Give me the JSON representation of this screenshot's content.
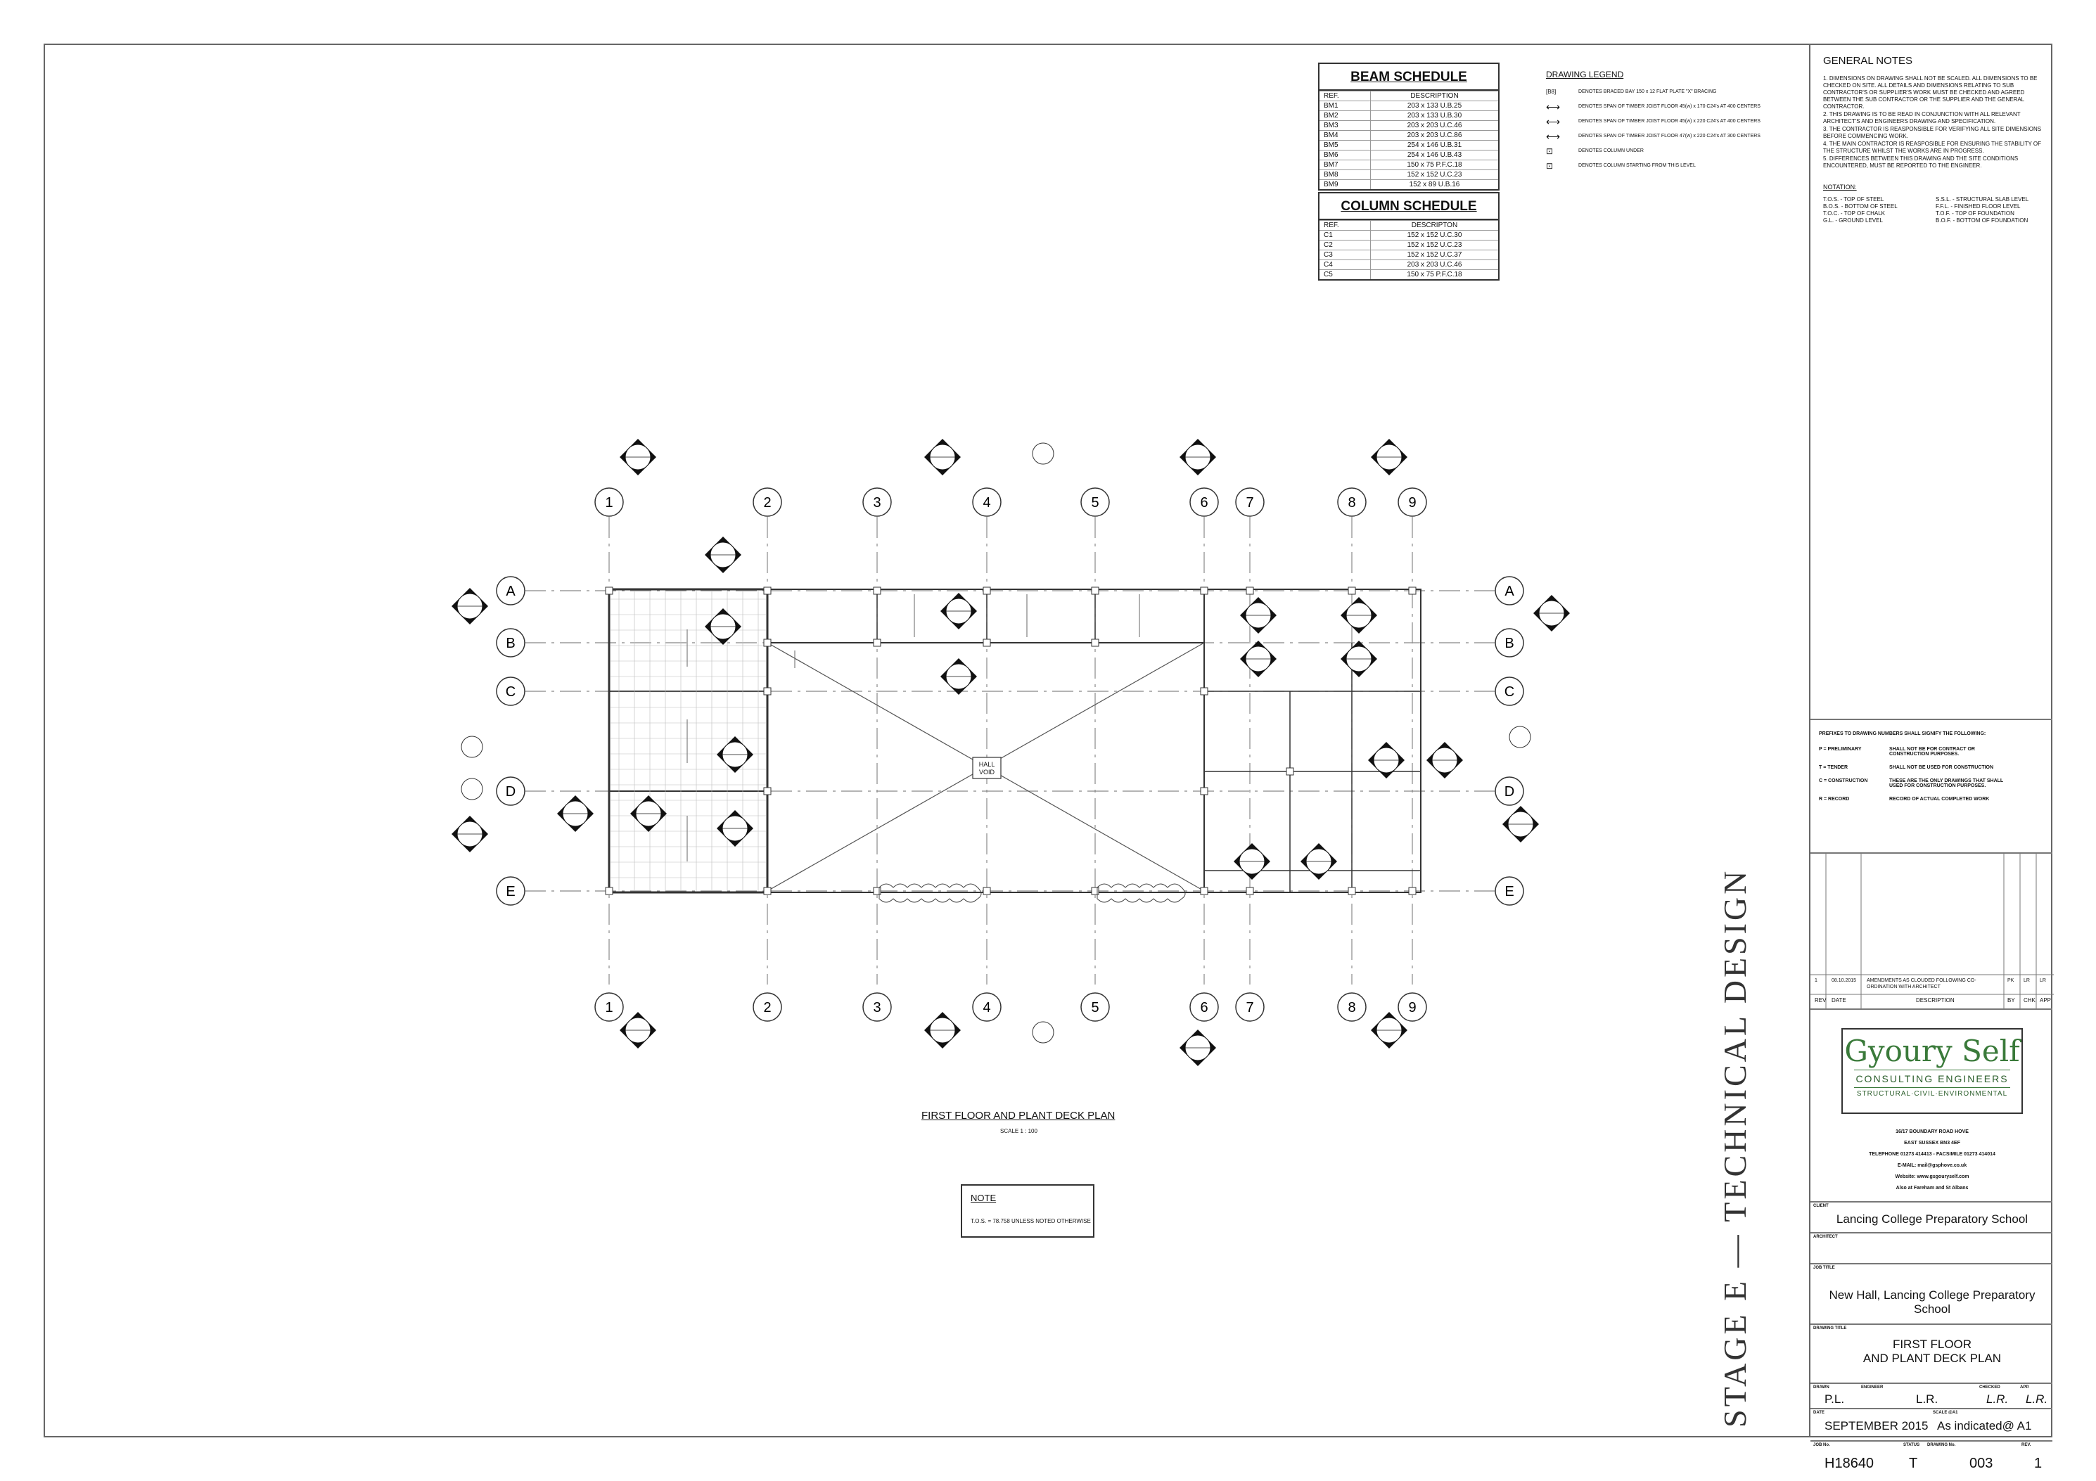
{
  "beam_schedule": {
    "title": "BEAM SCHEDULE",
    "col_ref": "REF.",
    "col_desc": "DESCRIPTION",
    "rows": [
      [
        "BM1",
        "203 x 133 U.B.25"
      ],
      [
        "BM2",
        "203 x 133 U.B.30"
      ],
      [
        "BM3",
        "203 x 203 U.C.46"
      ],
      [
        "BM4",
        "203 x 203 U.C.86"
      ],
      [
        "BM5",
        "254 x 146 U.B.31"
      ],
      [
        "BM6",
        "254 x 146 U.B.43"
      ],
      [
        "BM7",
        "150 x 75 P.F.C.18"
      ],
      [
        "BM8",
        "152 x 152 U.C.23"
      ],
      [
        "BM9",
        "152 x 89 U.B.16"
      ]
    ]
  },
  "column_schedule": {
    "title": "COLUMN SCHEDULE",
    "col_ref": "REF.",
    "col_desc": "DESCRIPTON",
    "rows": [
      [
        "C1",
        "152 x 152 U.C.30"
      ],
      [
        "C2",
        "152 x 152 U.C.23"
      ],
      [
        "C3",
        "152 x 152 U.C.37"
      ],
      [
        "C4",
        "203 x 203 U.C.46"
      ],
      [
        "C5",
        "150 x 75 P.F.C.18"
      ]
    ]
  },
  "legend": {
    "title": "DRAWING LEGEND",
    "items": [
      "DENOTES BRACED BAY 150 x 12 FLAT PLATE \"X\" BRACING",
      "DENOTES SPAN OF TIMBER JOIST FLOOR 45(w) x 170 C24's AT 400 CENTERS",
      "DENOTES SPAN OF TIMBER JOIST FLOOR 45(w) x 220 C24's AT 400 CENTERS",
      "DENOTES SPAN OF TIMBER JOIST FLOOR 47(w) x 220 C24's AT 300 CENTERS",
      "DENOTES COLUMN UNDER",
      "DENOTES COLUMN STARTING FROM THIS LEVEL"
    ],
    "braced_tag": "[B8]"
  },
  "general_notes": {
    "title": "GENERAL NOTES",
    "notes": [
      "1.  DIMENSIONS ON DRAWING SHALL NOT BE SCALED. ALL DIMENSIONS TO BE CHECKED ON SITE. ALL DETAILS AND DIMENSIONS RELATING TO SUB CONTRACTOR'S OR SUPPLIER'S WORK MUST BE CHECKED AND AGREED BETWEEN THE SUB CONTRACTOR OR THE SUPPLIER AND THE GENERAL CONTRACTOR.",
      "2.  THIS DRAWING IS TO BE READ IN CONJUNCTION WITH ALL RELEVANT ARCHITECT'S AND ENGINEERS DRAWING AND SPECIFICATION.",
      "3.  THE CONTRACTOR IS REASPONSIBLE FOR VERIFYING ALL SITE DIMENSIONS BEFORE COMMENCING WORK.",
      "4.  THE MAIN CONTRACTOR IS REASPOSIBLE FOR ENSURING THE STABILITY OF THE STRUCTURE WHILST THE WORKS ARE IN PROGRESS.",
      "5.  DIFFERENCES BETWEEN THIS DRAWING AND THE SITE CONDITIONS ENCOUNTERED, MUST BE REPORTED TO THE ENGINEER."
    ],
    "notation_title": "NOTATION:",
    "notation_left": [
      "T.O.S. - TOP OF STEEL",
      "B.O.S. - BOTTOM OF STEEL",
      "T.O.C. - TOP OF CHALK",
      "G.L.    - GROUND LEVEL"
    ],
    "notation_right": [
      "S.S.L. - STRUCTURAL SLAB LEVEL",
      "F.F.L. - FINISHED FLOOR LEVEL",
      "T.O.F. - TOP OF FOUNDATION",
      "B.O.F. - BOTTOM OF FOUNDATION"
    ]
  },
  "prefixes": {
    "title": "PREFIXES TO DRAWING NUMBERS SHALL SIGNIFY THE FOLLOWING:",
    "rows": [
      [
        "P = PRELIMINARY",
        "SHALL NOT BE FOR CONTRACT OR CONSTRUCTION PURPOSES."
      ],
      [
        "T = TENDER",
        "SHALL NOT BE USED FOR CONSTRUCTION"
      ],
      [
        "C = CONSTRUCTION",
        "THESE ARE THE ONLY DRAWINGS THAT SHALL USED  FOR CONSTRUCTION PURPOSES."
      ],
      [
        "R = RECORD",
        "RECORD OF ACTUAL COMPLETED WORK"
      ]
    ]
  },
  "revisions": {
    "rows": [
      [
        "1",
        "08.10.2015",
        "AMENDMENTS AS CLOUDED FOLLOWING CO-ORDINATION WITH ARCHITECT",
        "PK",
        "LR",
        "LR"
      ]
    ],
    "headers": [
      "REV",
      "DATE",
      "DESCRIPTION",
      "BY",
      "CHK",
      "APP"
    ]
  },
  "company": {
    "logo_name": "Gyoury Self",
    "logo_sub": "CONSULTING ENGINEERS",
    "logo_sub2": "STRUCTURAL·CIVIL·ENVIRONMENTAL",
    "address": [
      "16/17 BOUNDARY ROAD HOVE",
      "EAST SUSSEX BN3 4EF",
      "TELEPHONE 01273 414413 - FACSIMILE 01273 414014",
      "E-MAIL: mail@gsphove.co.uk",
      "Website: www.gsgouryself.com",
      "Also at Fareham and St Albans"
    ]
  },
  "title_block": {
    "client_label": "CLIENT",
    "client": "Lancing College Preparatory School",
    "architect_label": "ARCHITECT",
    "job_title_label": "JOB TITLE",
    "job_title": "New Hall, Lancing College Preparatory School",
    "drawing_title_label": "DRAWING TITLE",
    "drawing_title_1": "FIRST FLOOR",
    "drawing_title_2": "AND PLANT DECK PLAN",
    "drawn_label": "DRAWN",
    "drawn": "P.L.",
    "engineer_label": "ENGINEER",
    "engineer": "L.R.",
    "checked_label": "CHECKED",
    "checked": "L.R.",
    "app_label": "APP.",
    "app": "L.R.",
    "date_label": "DATE",
    "date": "SEPTEMBER 2015",
    "scale_label": "SCALE @A1",
    "scale": "As indicated@ A1",
    "job_no_label": "JOB No.",
    "job_no": "H18640",
    "status_label": "STATUS",
    "status": "T",
    "drawing_no_label": "DRAWING No.",
    "drawing_no": "003",
    "rev_label": "REV.",
    "rev": "1",
    "stage": "STAGE E — TECHNICAL DESIGN"
  },
  "plan": {
    "title": "FIRST FLOOR AND PLANT DECK PLAN",
    "scale": "SCALE  1 : 100",
    "grid_numbers": [
      "1",
      "2",
      "3",
      "4",
      "5",
      "6",
      "7",
      "8",
      "9"
    ],
    "grid_letters": [
      "A",
      "B",
      "C",
      "D",
      "E"
    ],
    "hall_void": [
      "HALL",
      "VOID"
    ],
    "note_title": "NOTE",
    "note_text": "T.O.S. = 78.758 UNLESS NOTED OTHERWISE"
  }
}
